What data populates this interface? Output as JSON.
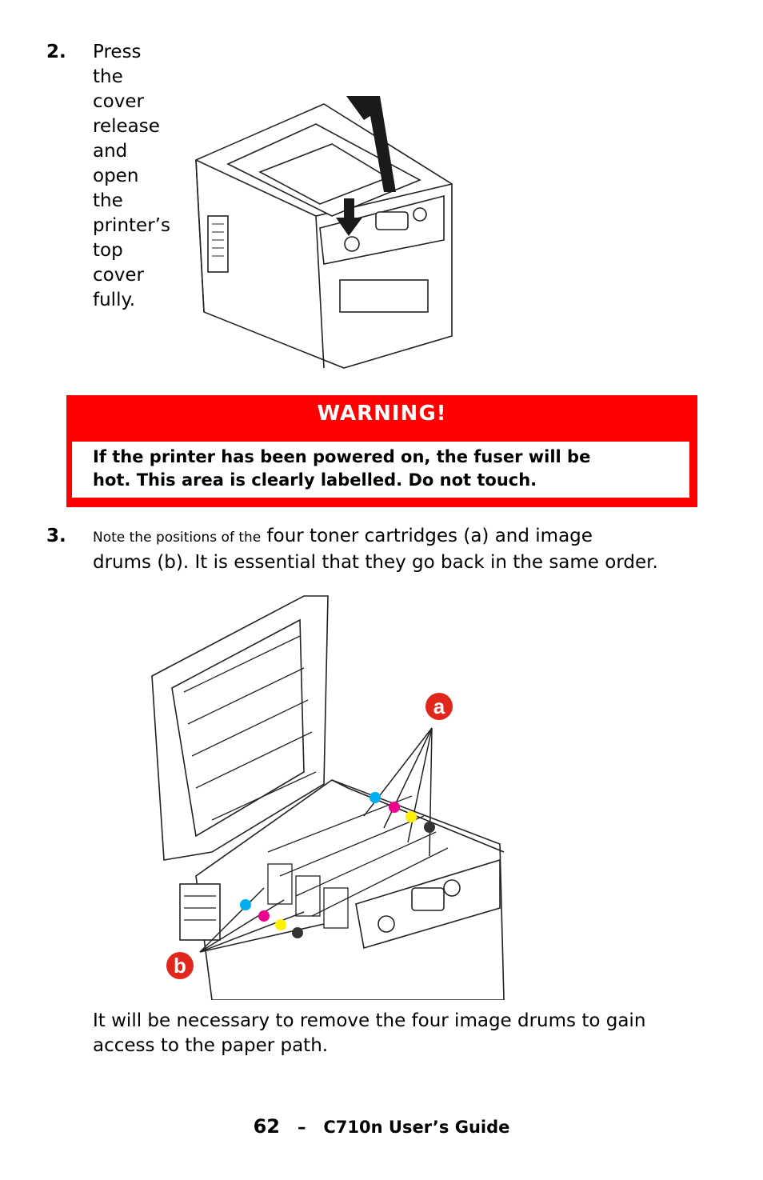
{
  "step2": {
    "number": "2.",
    "text": "Press the cover release and open the printer’s top cover fully."
  },
  "warning": {
    "title": "WARNING!",
    "line1": "If the printer has been powered on, the fuser will be",
    "line2": "hot. This area is clearly labelled. Do not touch."
  },
  "step3": {
    "number": "3.",
    "text_small": "Note the positions of the",
    "text_line1": " four toner cartridges (a) and image",
    "text_line2": "drums (b). It is essential that they go back in the same order."
  },
  "callouts": {
    "a": "a",
    "b": "b"
  },
  "colors": {
    "warning_red": "#ff0000",
    "callout_red": "#e1261c",
    "cyan": "#00aeef",
    "magenta": "#ec008c",
    "yellow": "#fff200",
    "black": "#333333"
  },
  "closing": {
    "line1": "It will be necessary to remove the four image drums to gain",
    "line2": "access to the paper path."
  },
  "footer": {
    "page_number": "62",
    "separator": "–",
    "guide_title": "C710n User’s Guide"
  }
}
